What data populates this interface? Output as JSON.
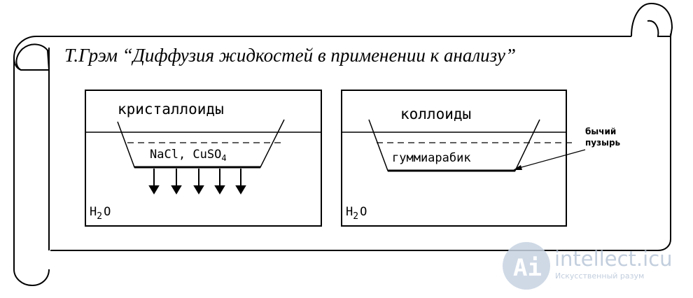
{
  "title": "Т.Грэм “Диффузия жидкостей в применении к анализу”",
  "left_panel": {
    "label_top": "кристаллоиды",
    "label_inner": "NaCl, CuSO",
    "label_inner_sub": "4",
    "solvent": "H",
    "solvent_sub": "2",
    "solvent_end": "O"
  },
  "right_panel": {
    "label_top": "коллоиды",
    "label_inner": "гуммиарабик",
    "membrane_label_line1": "бычий",
    "membrane_label_line2": "пузырь",
    "solvent": "H",
    "solvent_sub": "2",
    "solvent_end": "O"
  },
  "watermark": {
    "logo_letter": "Ai",
    "name": "intellect.icu",
    "tagline": "Искусственный разум",
    "color": "#b8c6d8"
  }
}
